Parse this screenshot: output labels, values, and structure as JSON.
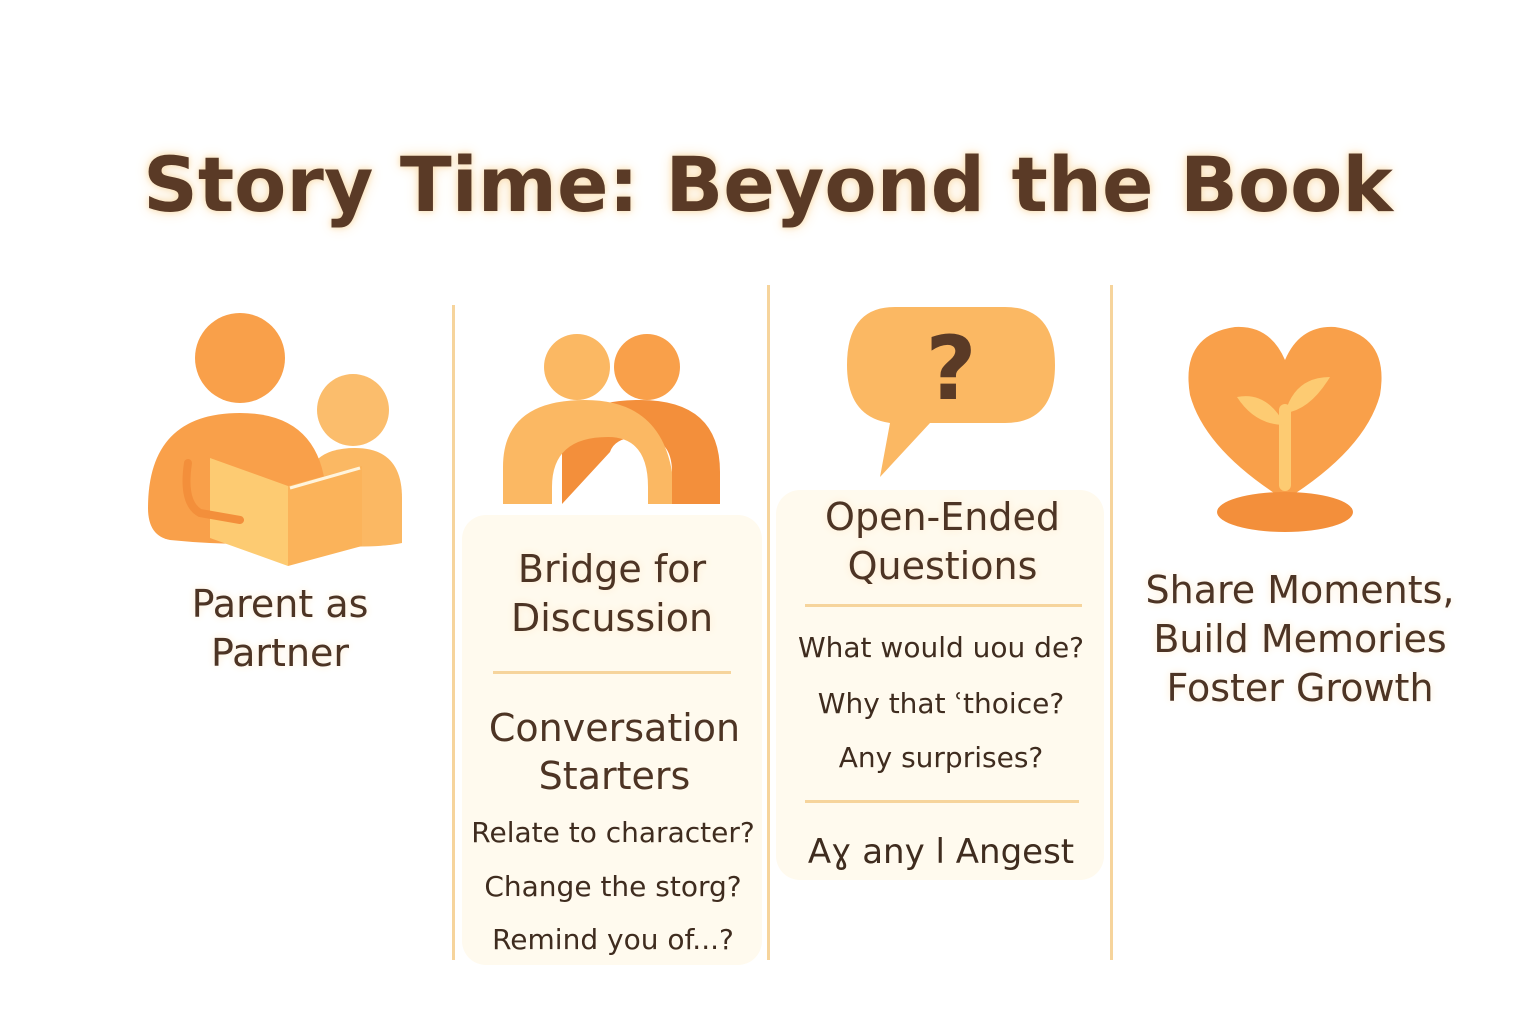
{
  "title": "Story Time: Beyond the Book",
  "colors": {
    "icon_light": "#fbb863",
    "icon_mid": "#f9a04a",
    "icon_dark": "#f38f3b",
    "icon_pale": "#fdcb72",
    "divider": "#f6d49c",
    "panel": "#fffaee",
    "text": "#4d3424"
  },
  "columns": [
    {
      "icon": "parent-reading-icon",
      "label_lines": [
        "Parent as",
        "Partner"
      ]
    },
    {
      "icon": "bridge-people-icon",
      "label_lines": [
        "Bridge for",
        "Discussion"
      ],
      "sub_heading_lines": [
        "Conversation",
        "Starters"
      ],
      "items": [
        "Relate to character?",
        "Change the storg?",
        "Remind you of...?"
      ]
    },
    {
      "icon": "question-bubble-icon",
      "icon_glyph": "?",
      "label_lines": [
        "Open-Ended",
        "Questions"
      ],
      "items": [
        "What would uou de?",
        "Why that ʿthoice?",
        "Any surprises?"
      ],
      "footer": "Aɣ any l Angest"
    },
    {
      "icon": "heart-sprout-icon",
      "label_lines": [
        "Share Moments,",
        "Build Memories",
        "Foster Growth"
      ]
    }
  ]
}
